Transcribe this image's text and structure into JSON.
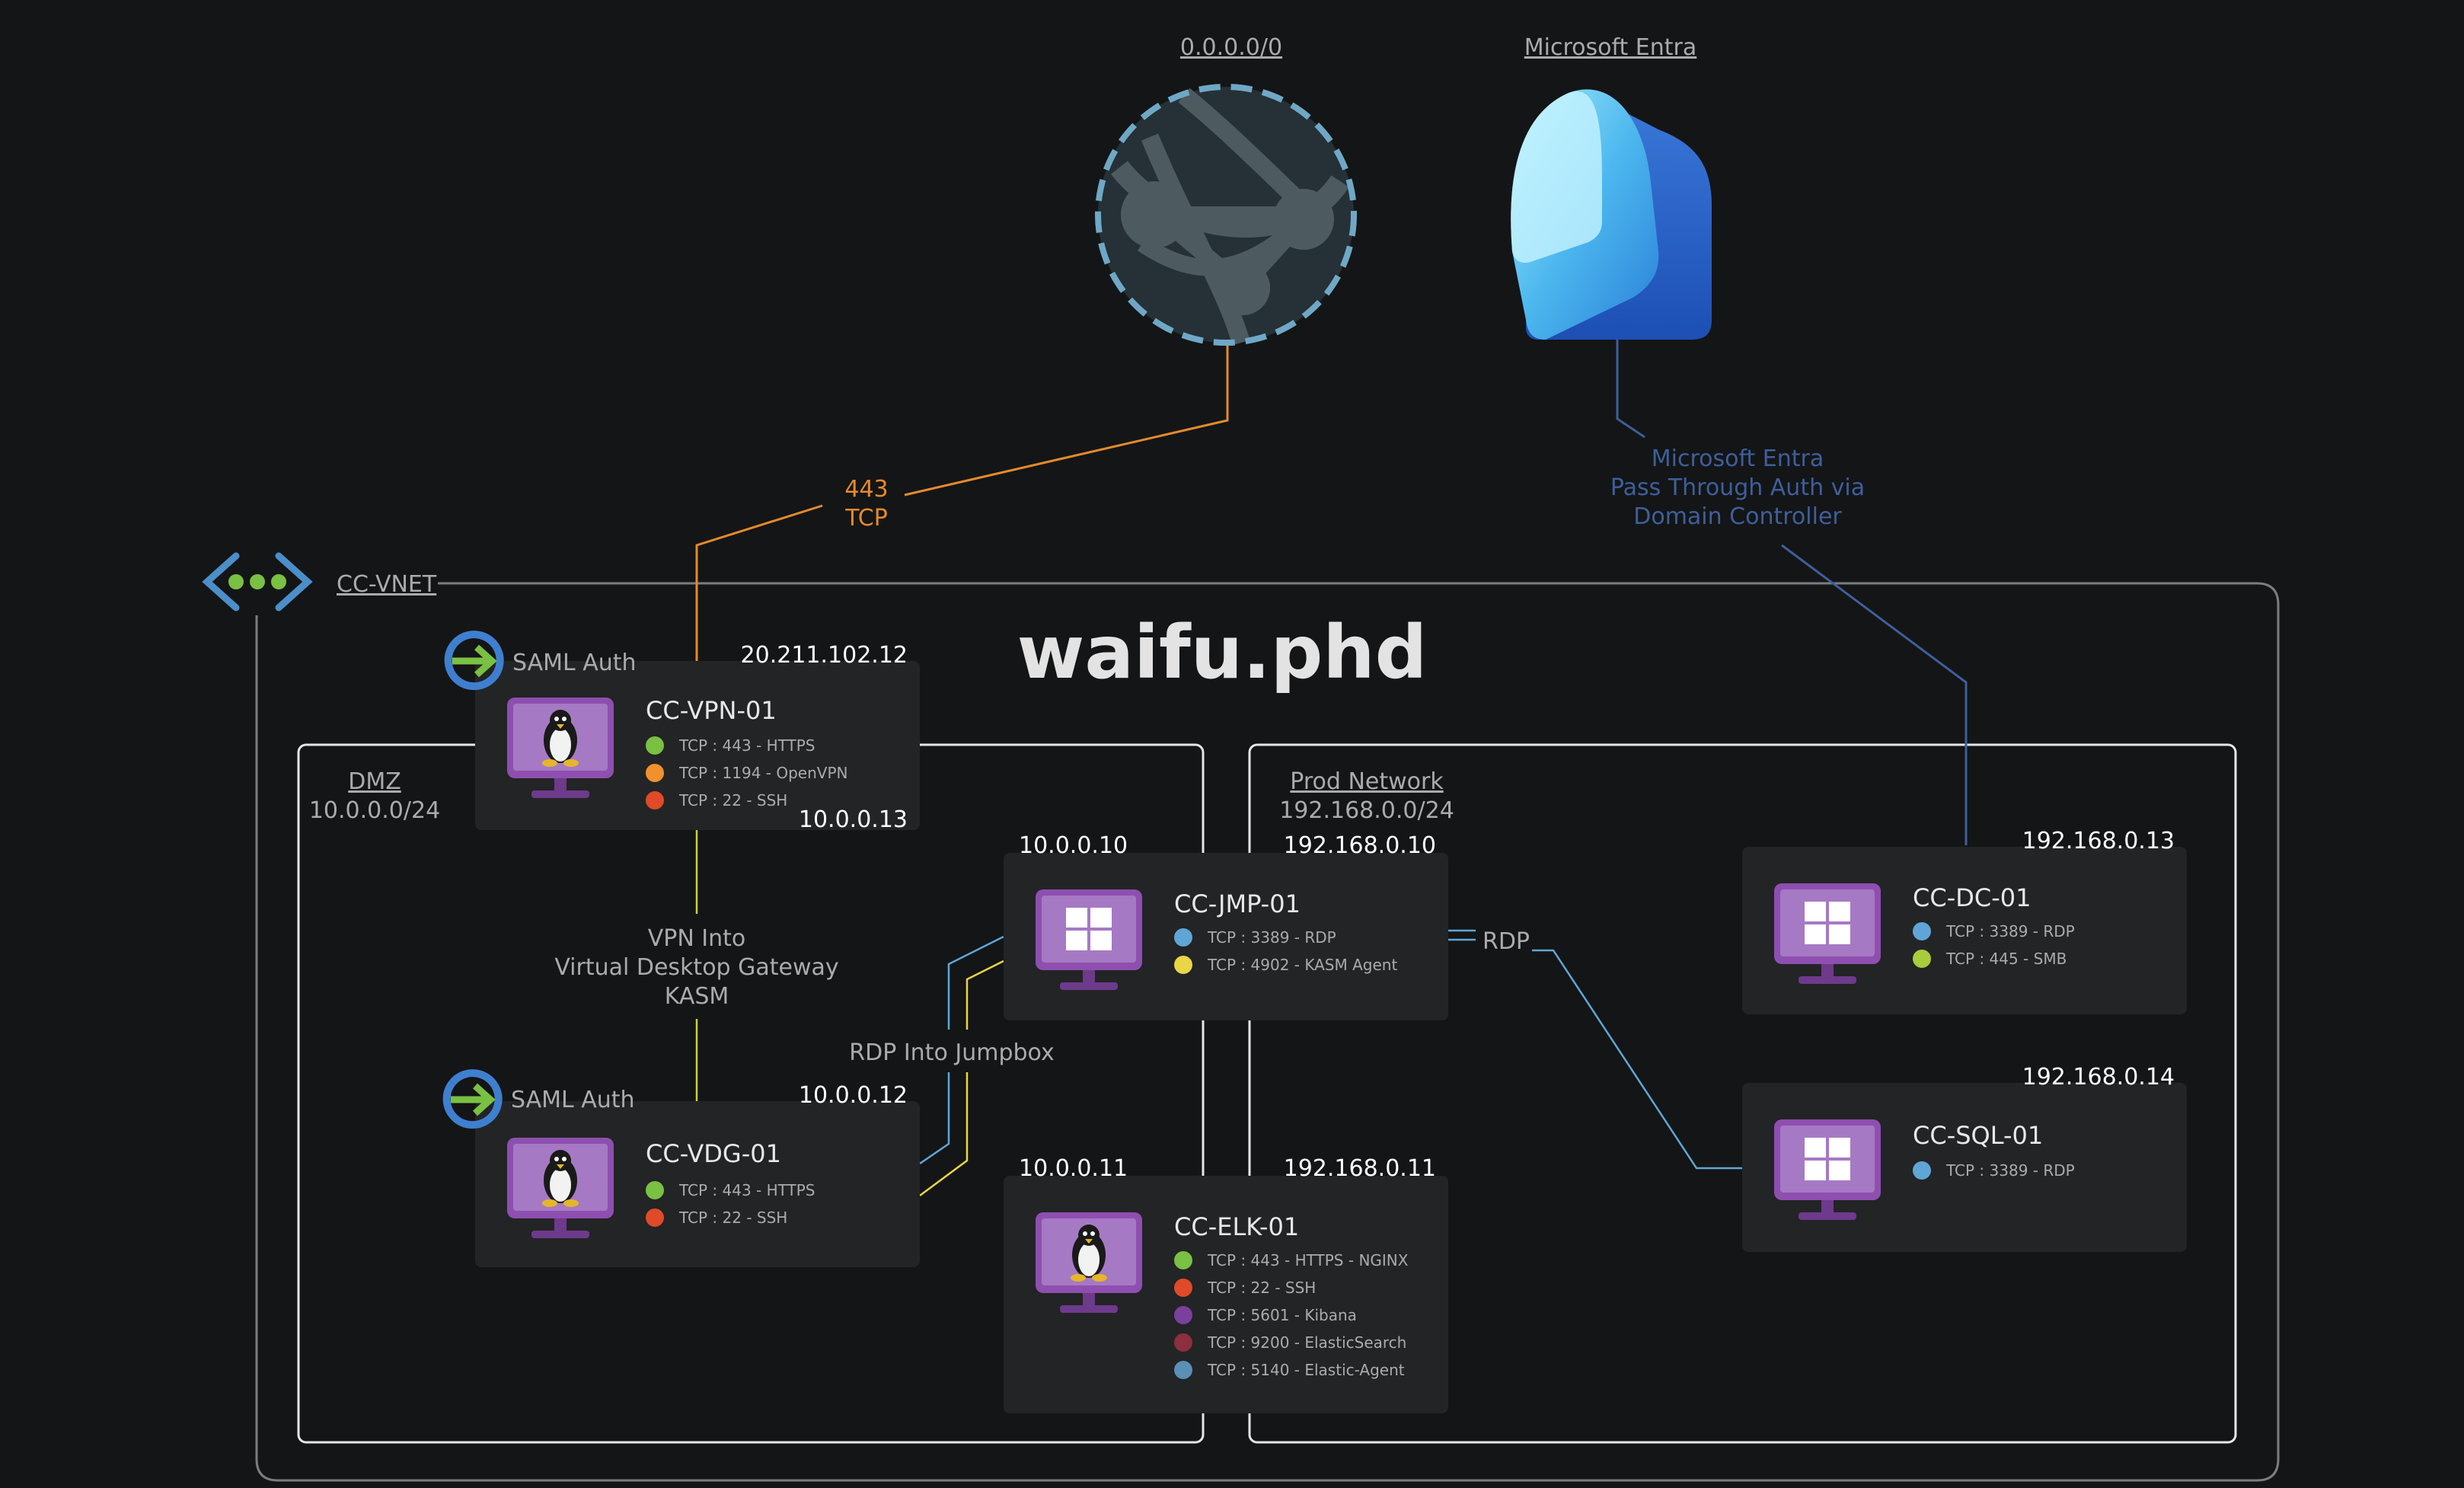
{
  "colors": {
    "background": "#141516",
    "card": "#232425",
    "linux_monitor": "#9a62b8",
    "windows_monitor": "#9a62b8",
    "internet_wire": "#e58a2c",
    "entra_wire": "#3d5f9c",
    "green": "#79c043",
    "orange": "#f0912b",
    "red": "#e04a28",
    "blue": "#5fa6d6",
    "yellow": "#e9d545",
    "purple": "#7b3f9e",
    "maroon": "#8c2f3f",
    "steel": "#5a8fb6",
    "lime": "#a8cc3a"
  },
  "title": "waifu.phd",
  "internet": {
    "label": "0.0.0.0/0",
    "icon": "globe-network-icon"
  },
  "entra": {
    "label": "Microsoft Entra",
    "icon": "entra-id-icon"
  },
  "entra_note": [
    "Microsoft Entra",
    "Pass Through Auth via",
    "Domain Controller"
  ],
  "internet_link": [
    "443",
    "TCP"
  ],
  "vnet": {
    "label": "CC-VNET",
    "icon": "virtual-network-icon"
  },
  "dmz": {
    "name": "DMZ",
    "cidr": "10.0.0.0/24"
  },
  "prod": {
    "name": "Prod Network",
    "cidr": "192.168.0.0/24"
  },
  "saml_vpn": "SAML Auth",
  "saml_vdg": "SAML Auth",
  "vpn_note": [
    "VPN Into",
    "Virtual  Desktop Gateway",
    "KASM"
  ],
  "rdp_jump": "RDP  Into Jumpbox",
  "rdp_label": "RDP",
  "hosts": {
    "vpn": {
      "name": "CC-VPN-01",
      "os": "linux",
      "ip_top": "20.211.102.12",
      "ip_bottom": "10.0.0.13",
      "ports": [
        {
          "text": "TCP : 443 -  HTTPS",
          "color": "green"
        },
        {
          "text": "TCP : 1194 - OpenVPN",
          "color": "orange"
        },
        {
          "text": "TCP : 22 - SSH",
          "color": "red"
        }
      ]
    },
    "vdg": {
      "name": "CC-VDG-01",
      "os": "linux",
      "ip_top": "10.0.0.12",
      "ports": [
        {
          "text": "TCP : 443 -  HTTPS",
          "color": "green"
        },
        {
          "text": "TCP : 22 - SSH",
          "color": "red"
        }
      ]
    },
    "jmp": {
      "name": "CC-JMP-01",
      "os": "windows",
      "ip_left": "10.0.0.10",
      "ip_right": "192.168.0.10",
      "ports": [
        {
          "text": "TCP : 3389 -  RDP",
          "color": "blue"
        },
        {
          "text": "TCP : 4902 -  KASM Agent",
          "color": "yellow"
        }
      ]
    },
    "elk": {
      "name": "CC-ELK-01",
      "os": "linux",
      "ip_left": "10.0.0.11",
      "ip_right": "192.168.0.11",
      "ports": [
        {
          "text": "TCP : 443 - HTTPS - NGINX",
          "color": "green"
        },
        {
          "text": "TCP : 22 - SSH",
          "color": "red"
        },
        {
          "text": "TCP : 5601 -  Kibana",
          "color": "purple"
        },
        {
          "text": "TCP : 9200 -  ElasticSearch",
          "color": "maroon"
        },
        {
          "text": "TCP : 5140 -  Elastic-Agent",
          "color": "steel"
        }
      ]
    },
    "dc": {
      "name": "CC-DC-01",
      "os": "windows",
      "ip_top": "192.168.0.13",
      "ports": [
        {
          "text": "TCP : 3389 -  RDP",
          "color": "blue"
        },
        {
          "text": "TCP : 445 - SMB",
          "color": "lime"
        }
      ]
    },
    "sql": {
      "name": "CC-SQL-01",
      "os": "windows",
      "ip_top": "192.168.0.14",
      "ports": [
        {
          "text": "TCP : 3389 -  RDP",
          "color": "blue"
        }
      ]
    }
  }
}
